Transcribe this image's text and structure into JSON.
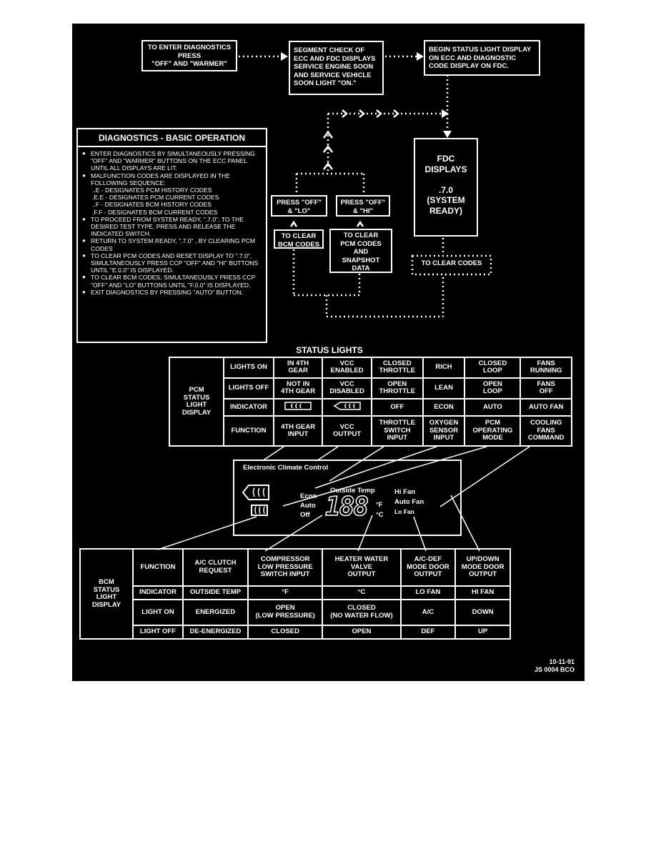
{
  "flow": {
    "enter_box": "TO ENTER DIAGNOSTICS\nPRESS\n\"OFF\" AND \"WARMER\"",
    "segment_box": "SEGMENT CHECK OF\nECC AND FDC DISPLAYS\nSERVICE ENGINE SOON\nAND SERVICE VEHICLE\nSOON LIGHT \"ON.\"",
    "status_box": "BEGIN STATUS LIGHT DISPLAY\nON ECC AND DIAGNOSTIC\nCODE DISPLAY ON FDC.",
    "fdc_box": "FDC\nDISPLAYS\n\n.7.0\n(SYSTEM\nREADY)",
    "press_lo": "PRESS \"OFF\"\n& \"LO\"",
    "press_hi": "PRESS \"OFF\"\n& \"HI\"",
    "clear_bcm": "TO CLEAR\nBCM CODES",
    "clear_pcm": "TO CLEAR\nPCM CODES\nAND\nSNAPSHOT\nDATA",
    "clear_codes": "TO CLEAR CODES"
  },
  "diagnostics": {
    "title": "DIAGNOSTICS - BASIC OPERATION",
    "items": [
      "ENTER DIAGNOSTICS BY SIMULTANEOUSLY PRESSING \"OFF\" AND \"WARMER\" BUTTONS ON THE ECC PANEL UNTIL ALL DISPLAYS ARE LIT.",
      "MALFUNCTION CODES ARE DISPLAYED IN THE FOLLOWING SEQUENCE:",
      "TO PROCEED FROM SYSTEM READY, \".7.0\", TO THE DESIRED TEST TYPE, PRESS AND RELEASE THE INDICATED SWITCH.",
      "RETURN TO SYSTEM READY, \".7.0\" , BY CLEARING PCM CODES",
      "TO CLEAR PCM CODES AND RESET DISPLAY TO \".7.0\", SIMULTANEOUSLY PRESS CCP \"OFF\" AND \"HI\" BUTTONS UNTIL \"E.0.0\" IS DISPLAYED.",
      "TO CLEAR BCM CODES, SIMULTANEOUSLY PRESS CCP \"OFF\" AND \"LO\" BUTTONS UNTIL \"F.0.0\" IS DISPLAYED.",
      "EXIT DIAGNOSTICS BY PRESSING \"AUTO\" BUTTON."
    ],
    "codes": [
      "..E  -  DESIGNATES PCM HISTORY CODES",
      ".E.E  -  DESIGNATES PCM CURRENT CODES",
      "..F  -  DESIGNATES BCM HISTORY CODES",
      ".F.F  -  DESIGNATES BCM CURRENT CODES"
    ]
  },
  "status_lights_title": "STATUS LIGHTS",
  "pcm": {
    "side_title": "PCM\nSTATUS\nLIGHT\nDISPLAY",
    "rows": [
      {
        "label": "LIGHTS ON",
        "cells": [
          "IN 4TH\nGEAR",
          "VCC\nENABLED",
          "CLOSED\nTHROTTLE",
          "RICH",
          "CLOSED\nLOOP",
          "FANS\nRUNNING"
        ]
      },
      {
        "label": "LIGHTS OFF",
        "cells": [
          "NOT IN\n4TH GEAR",
          "VCC\nDISABLED",
          "OPEN\nTHROTTLE",
          "LEAN",
          "OPEN\nLOOP",
          "FANS\nOFF"
        ]
      },
      {
        "label": "INDICATOR",
        "cells": [
          "",
          "",
          "OFF",
          "ECON",
          "AUTO",
          "AUTO FAN"
        ]
      },
      {
        "label": "FUNCTION",
        "cells": [
          "4TH GEAR\nINPUT",
          "VCC\nOUTPUT",
          "THROTTLE\nSWITCH\nINPUT",
          "OXYGEN\nSENSOR\nINPUT",
          "PCM\nOPERATING\nMODE",
          "COOLING\nFANS\nCOMMAND"
        ]
      }
    ]
  },
  "ecc": {
    "title": "Electronic Climate Control",
    "outside_temp": "Outside Temp",
    "econ": "Econ",
    "auto": "Auto",
    "off": "Off",
    "digits": "188",
    "deg_f": "°F",
    "deg_c": "°C",
    "hi_fan": "Hi Fan",
    "auto_fan": "Auto Fan",
    "lo_fan": "Lo Fan"
  },
  "bcm": {
    "side_title": "BCM\nSTATUS\nLIGHT\nDISPLAY",
    "rows": [
      {
        "label": "FUNCTION",
        "cells": [
          "A/C CLUTCH\nREQUEST",
          "COMPRESSOR\nLOW PRESSURE\nSWITCH INPUT",
          "HEATER WATER\nVALVE\nOUTPUT",
          "A/C-DEF\nMODE DOOR\nOUTPUT",
          "UP/DOWN\nMODE DOOR\nOUTPUT"
        ]
      },
      {
        "label": "INDICATOR",
        "cells": [
          "OUTSIDE TEMP",
          "°F",
          "°C",
          "LO FAN",
          "HI FAN"
        ]
      },
      {
        "label": "LIGHT ON",
        "cells": [
          "ENERGIZED",
          "OPEN\n(LOW PRESSURE)",
          "CLOSED\n(NO WATER FLOW)",
          "A/C",
          "DOWN"
        ]
      },
      {
        "label": "LIGHT OFF",
        "cells": [
          "DE-ENERGIZED",
          "CLOSED",
          "OPEN",
          "DEF",
          "UP"
        ]
      }
    ]
  },
  "footer": {
    "date": "10-11-91",
    "code": "JS 0004 BCO"
  }
}
